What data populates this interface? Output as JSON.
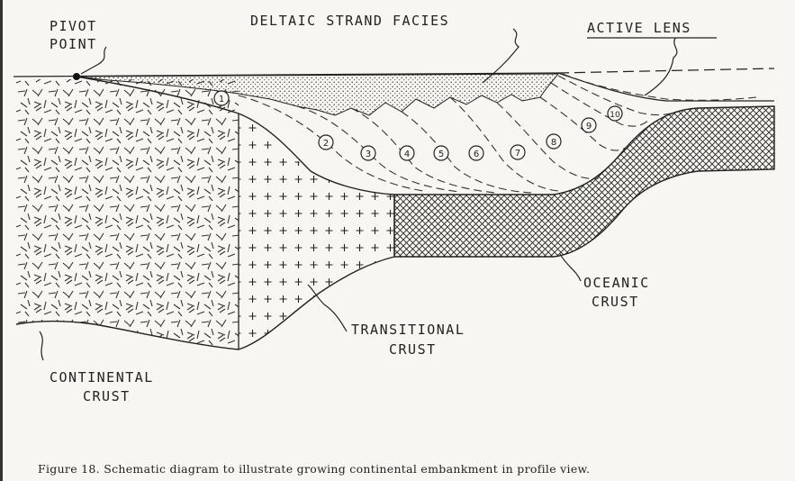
{
  "labels": {
    "pivot_line1": "PIVOT",
    "pivot_line2": "POINT",
    "deltaic": "DELTAIC  STRAND FACIES",
    "active_lens": "ACTIVE LENS",
    "oceanic_line1": "OCEANIC",
    "oceanic_line2": "CRUST",
    "transitional_line1": "TRANSITIONAL",
    "transitional_line2": "CRUST",
    "continental_line1": "CONTINENTAL",
    "continental_line2": "CRUST"
  },
  "lens_numbers": [
    "1",
    "2",
    "3",
    "4",
    "5",
    "6",
    "7",
    "8",
    "9",
    "10"
  ],
  "caption": "Figure 18.  Schematic diagram to illustrate growing continental embankment in profile view."
}
